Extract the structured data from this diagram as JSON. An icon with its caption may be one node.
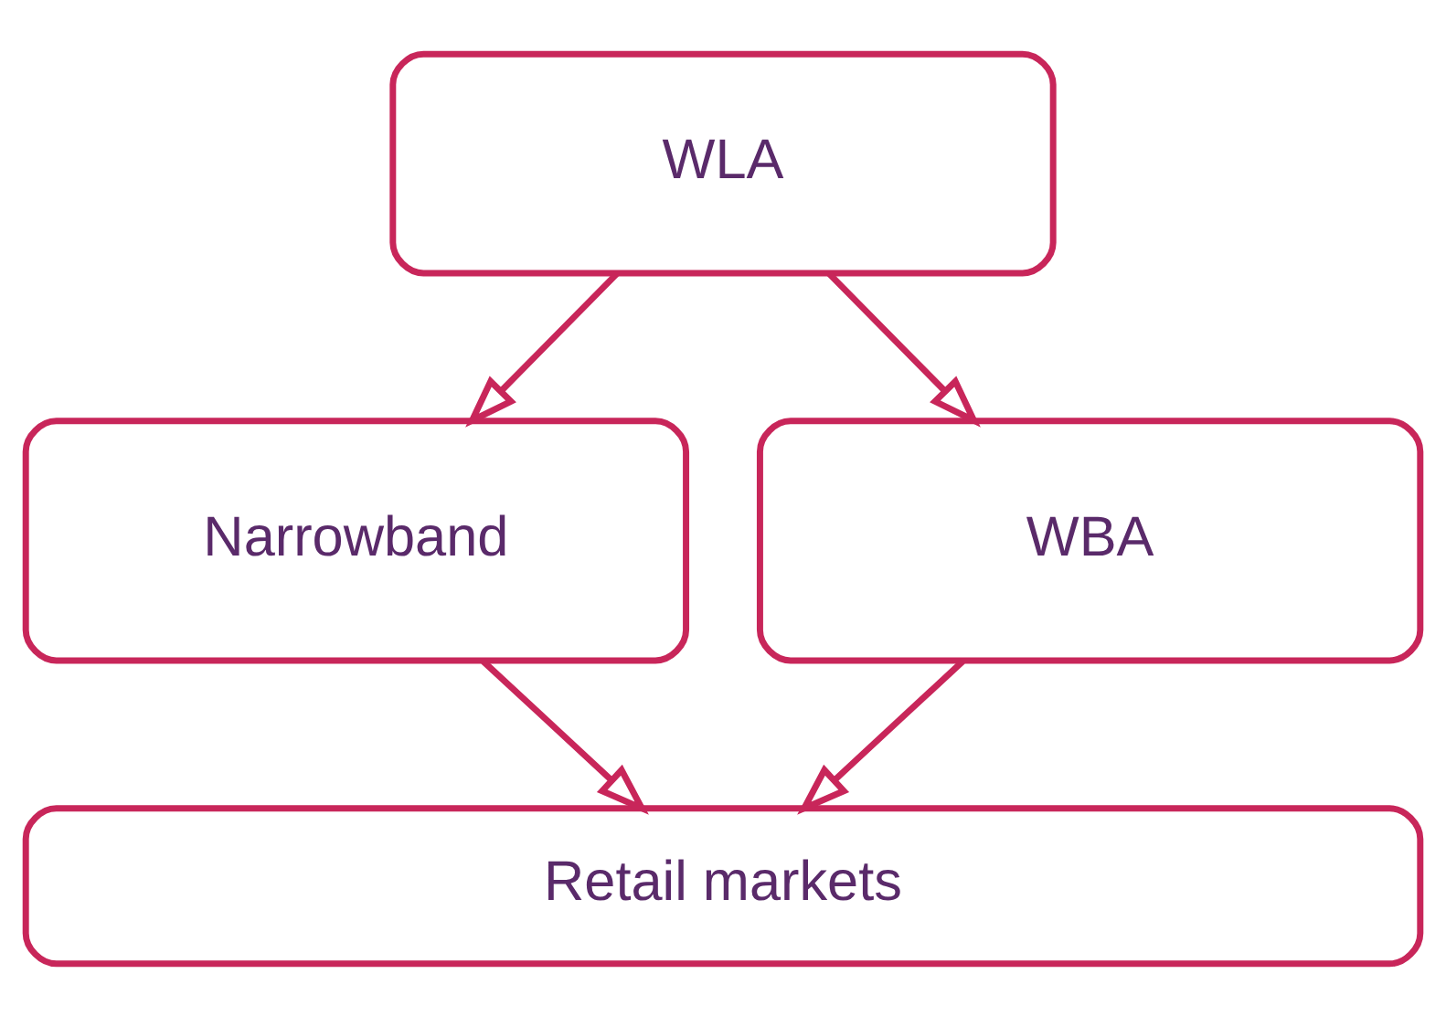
{
  "diagram": {
    "nodes": [
      {
        "text": [
          "WLA"
        ]
      },
      {
        "text": [
          "Narrowband"
        ]
      },
      {
        "text": [
          "WBA"
        ]
      },
      {
        "text": [
          "Retail markets"
        ]
      }
    ],
    "edges": [
      {
        "from": 0,
        "to": 1,
        "arrow": "to"
      },
      {
        "from": 0,
        "to": 2,
        "arrow": "to"
      },
      {
        "from": 1,
        "to": 3,
        "arrow": "to"
      },
      {
        "from": 2,
        "to": 3,
        "arrow": "to"
      }
    ]
  }
}
